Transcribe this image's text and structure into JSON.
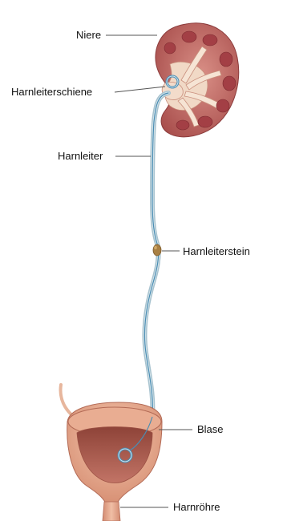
{
  "labels": {
    "niere": "Niere",
    "harnleiterschiene": "Harnleiterschiene",
    "harnleiter": "Harnleiter",
    "harnleiterstein": "Harnleiterstein",
    "blase": "Blase",
    "harnroehre": "Harnröhre"
  },
  "colors": {
    "kidney_outer": "#b85f5a",
    "kidney_inner": "#e8b9a6",
    "kidney_pyramids": "#a33f45",
    "pelvis": "#f1d9c6",
    "ureter": "#c9d9e1",
    "stent_wire": "#4a8db3",
    "stone": "#a98043",
    "bladder_outer": "#e6a98c",
    "bladder_inner": "#c87a66",
    "bladder_lumen": "#a4564a"
  }
}
